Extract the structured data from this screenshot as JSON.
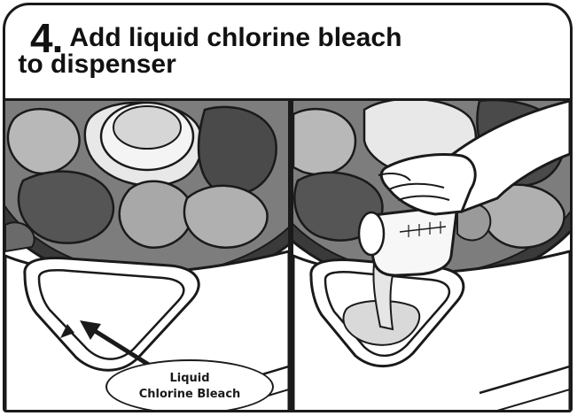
{
  "step": {
    "number": "4.",
    "title_line1": "Add liquid chlorine bleach",
    "title_line2": "to dispenser"
  },
  "callout": {
    "line1": "Liquid",
    "line2": "Chlorine Bleach"
  },
  "colors": {
    "ink": "#1a1a1a",
    "cloth_dark": "#5a5a5a",
    "cloth_light": "#b8b8b8",
    "drum_grey": "#9a9a9a",
    "liquid": "#d9d9d9"
  },
  "icons": [
    "arrow-icon",
    "measuring-cup-icon",
    "hand-icon"
  ]
}
